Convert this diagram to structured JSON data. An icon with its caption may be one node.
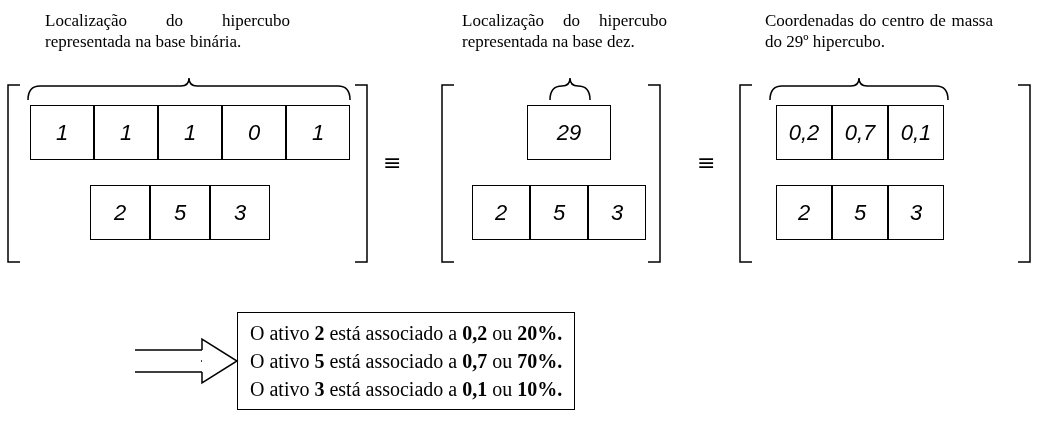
{
  "diagram": {
    "nodes": [
      {
        "text": [
          "1"
        ]
      },
      {
        "text": [
          "1"
        ]
      },
      {
        "text": [
          "1"
        ]
      },
      {
        "text": [
          "0"
        ]
      },
      {
        "text": [
          "1"
        ]
      },
      {
        "text": [
          "2"
        ]
      },
      {
        "text": [
          "5"
        ]
      },
      {
        "text": [
          "3"
        ]
      },
      {
        "text": [
          "29"
        ]
      },
      {
        "text": [
          "2"
        ]
      },
      {
        "text": [
          "5"
        ]
      },
      {
        "text": [
          "3"
        ]
      },
      {
        "text": [
          "0,2"
        ]
      },
      {
        "text": [
          "0,7"
        ]
      },
      {
        "text": [
          "0,1"
        ]
      },
      {
        "text": [
          "2"
        ]
      },
      {
        "text": [
          "5"
        ]
      },
      {
        "text": [
          "3"
        ]
      },
      {
        "text": [
          "O ativo **2** está associado a **0,2** ou **20%.**",
          "O ativo **5** está associado a **0,7** ou **70%.**",
          "O ativo **3** está associado a **0,1** ou **10%.**"
        ]
      }
    ],
    "edges": [
      {
        "from": null,
        "to": 18,
        "arrow": "to"
      }
    ],
    "labels": [
      "Localização do hipercubo representada na base binária.",
      "Localização do hipercubo representada na base dez.",
      "Coordenadas do centro de massa do 29º hipercubo.",
      "≡",
      "≡"
    ]
  }
}
